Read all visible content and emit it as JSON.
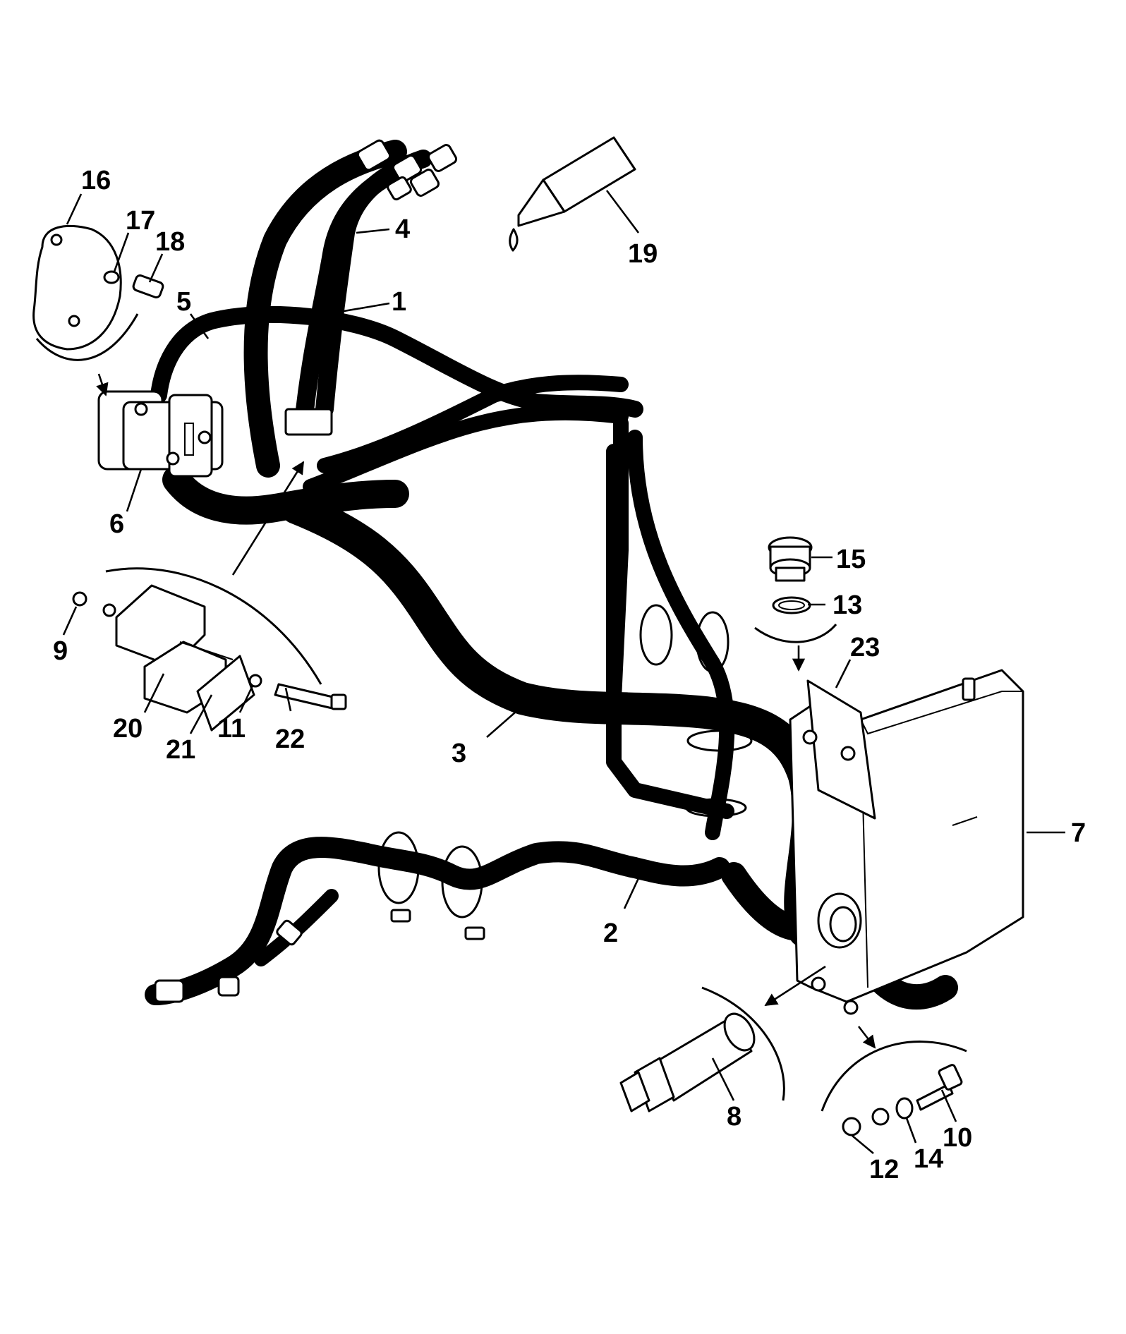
{
  "diagram": {
    "background": "#ffffff",
    "line_color": "#000000",
    "callouts": [
      "1",
      "2",
      "3",
      "4",
      "5",
      "6",
      "7",
      "8",
      "9",
      "10",
      "11",
      "12",
      "13",
      "14",
      "15",
      "16",
      "17",
      "18",
      "19",
      "20",
      "21",
      "22",
      "23"
    ]
  }
}
